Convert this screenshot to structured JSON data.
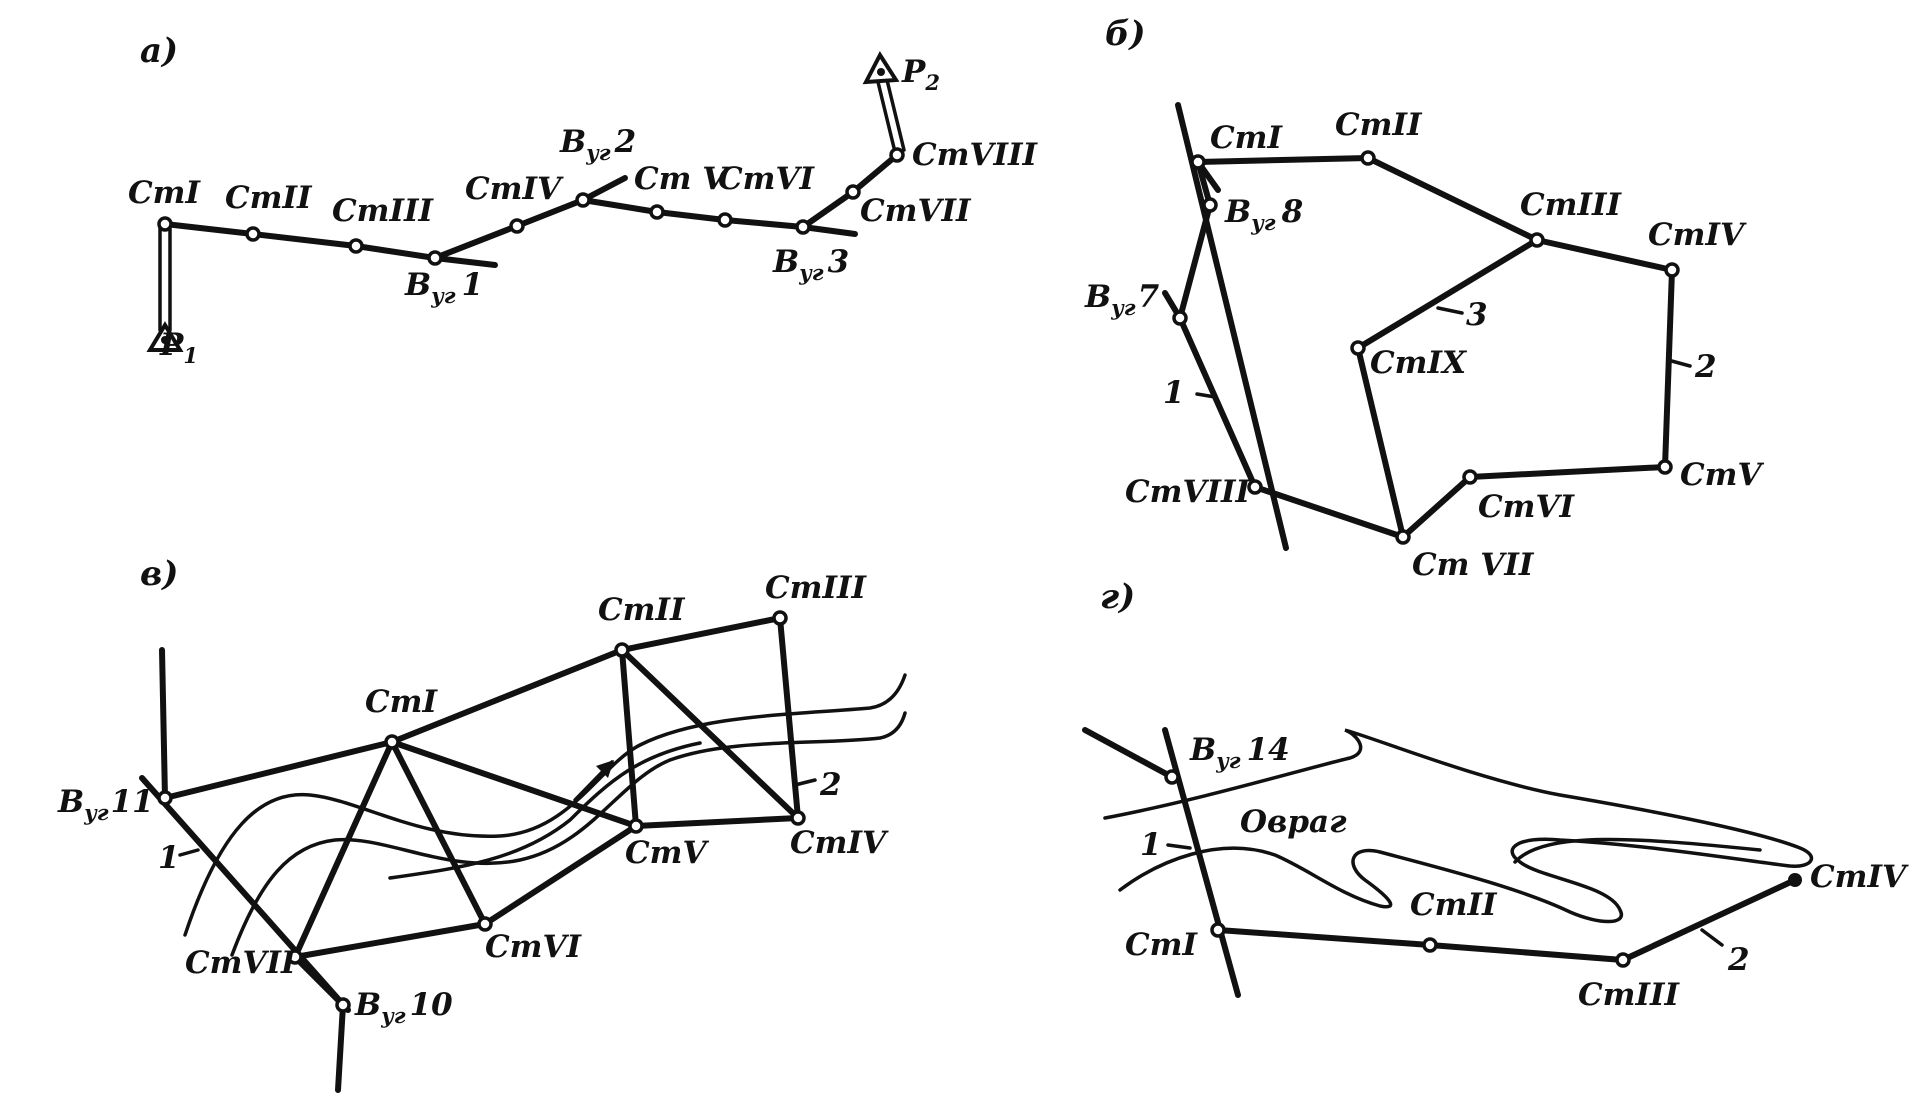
{
  "panels": {
    "a": {
      "label": "а)",
      "stations": [
        "СтI",
        "СтII",
        "СтIII",
        "СтIV",
        "Ст V",
        "СтVI",
        "СтVII",
        "СтVIII"
      ],
      "points": {
        "p1": "P",
        "p1_sub": "1",
        "p2": "P",
        "p2_sub": "2"
      },
      "angles": {
        "b1": "B",
        "b1_sub": "уг",
        "b1_num": "1",
        "b2": "B",
        "b2_sub": "уг",
        "b2_num": "2",
        "b3": "B",
        "b3_sub": "уг",
        "b3_num": "3"
      }
    },
    "b": {
      "label": "б)",
      "stations": [
        "СтI",
        "СтII",
        "СтIII",
        "СтIV",
        "СтV",
        "СтVI",
        "Ст VII",
        "СтVIII",
        "СтIX"
      ],
      "angles": {
        "b7": "B",
        "b7_sub": "уг",
        "b7_num": "7",
        "b8": "B",
        "b8_sub": "уг",
        "b8_num": "8"
      },
      "callouts": [
        "1",
        "2",
        "3"
      ]
    },
    "v": {
      "label": "в)",
      "stations": [
        "СтI",
        "СтII",
        "СтIII",
        "СтIV",
        "СтV",
        "СтVI",
        "СтVII"
      ],
      "angles": {
        "b10": "B",
        "b10_sub": "уг",
        "b10_num": "10",
        "b11": "B",
        "b11_sub": "уг",
        "b11_num": "11"
      },
      "callouts": [
        "1",
        "2"
      ]
    },
    "g": {
      "label": "г)",
      "stations": [
        "СтI",
        "СтII",
        "СтIII",
        "СтIV"
      ],
      "angles": {
        "b14": "B",
        "b14_sub": "уг",
        "b14_num": "14"
      },
      "ravine": "Овраг",
      "callouts": [
        "1",
        "2"
      ]
    }
  }
}
